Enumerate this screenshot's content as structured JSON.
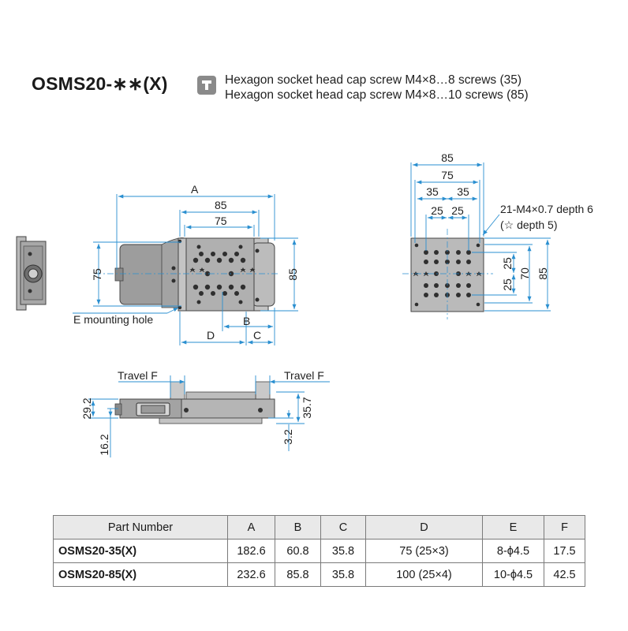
{
  "title": "OSMS20-∗∗(X)",
  "screw_note": {
    "line1": "Hexagon socket head cap screw M4×8…8 screws (35)",
    "line2": "Hexagon socket head cap screw M4×8…10 screws (85)"
  },
  "top_view": {
    "dim_A": "A",
    "dim_85": "85",
    "dim_75": "75",
    "dim_75_left": "75",
    "dim_85_right": "85",
    "dim_B": "B",
    "dim_D": "D",
    "dim_C": "C",
    "mounting_hole": "E mounting hole"
  },
  "end_view": {
    "dim_85": "85",
    "dim_75": "75",
    "dim_35_left": "35",
    "dim_35_right": "35",
    "dim_25_left": "25",
    "dim_25_right": "25",
    "dim_25_top": "25",
    "dim_25_bottom": "25",
    "dim_70": "70",
    "dim_85_side": "85",
    "tap_note_1": "21-M4×0.7 depth 6",
    "tap_note_2": "(☆ depth 5)"
  },
  "side_view": {
    "travel_left": "Travel F",
    "travel_right": "Travel F",
    "dim_29_2": "29.2",
    "dim_16_2": "16.2",
    "dim_35_7": "35.7",
    "dim_3_2": "3.2"
  },
  "table": {
    "headers": [
      "Part Number",
      "A",
      "B",
      "C",
      "D",
      "E",
      "F"
    ],
    "rows": [
      [
        "OSMS20-35(X)",
        "182.6",
        "60.8",
        "35.8",
        "75 (25×3)",
        "8-ϕ4.5",
        "17.5"
      ],
      [
        "OSMS20-85(X)",
        "232.6",
        "85.8",
        "35.8",
        "100 (25×4)",
        "10-ϕ4.5",
        "42.5"
      ]
    ]
  }
}
